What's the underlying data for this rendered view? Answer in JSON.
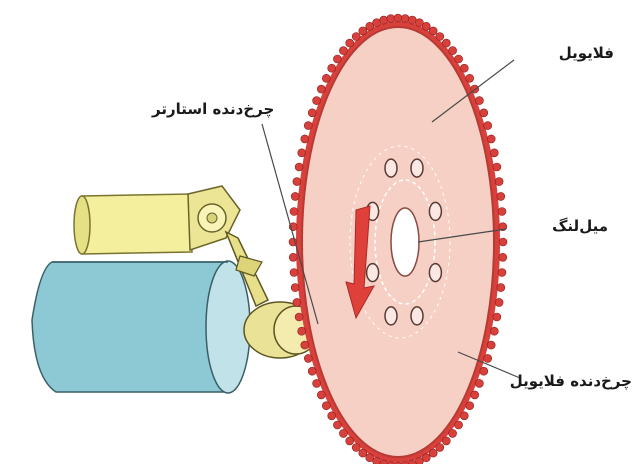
{
  "labels": {
    "flywheel": "فلایویل",
    "starter_gear": "چرخ‌دنده استارتر",
    "crankshaft": "میل‌لنگ",
    "flywheel_ring_gear": "چرخ‌دنده فلایویل"
  },
  "colors": {
    "flywheel_face": "#f6d0c4",
    "ring_gear": "#d8403c",
    "motor_body": "#8cc9d4",
    "solenoid": "#f4ef9c",
    "drive_arrow": "#e0403a"
  },
  "ring_gear": {
    "teeth_count": 92
  },
  "bolt_holes": {
    "count": 8
  }
}
